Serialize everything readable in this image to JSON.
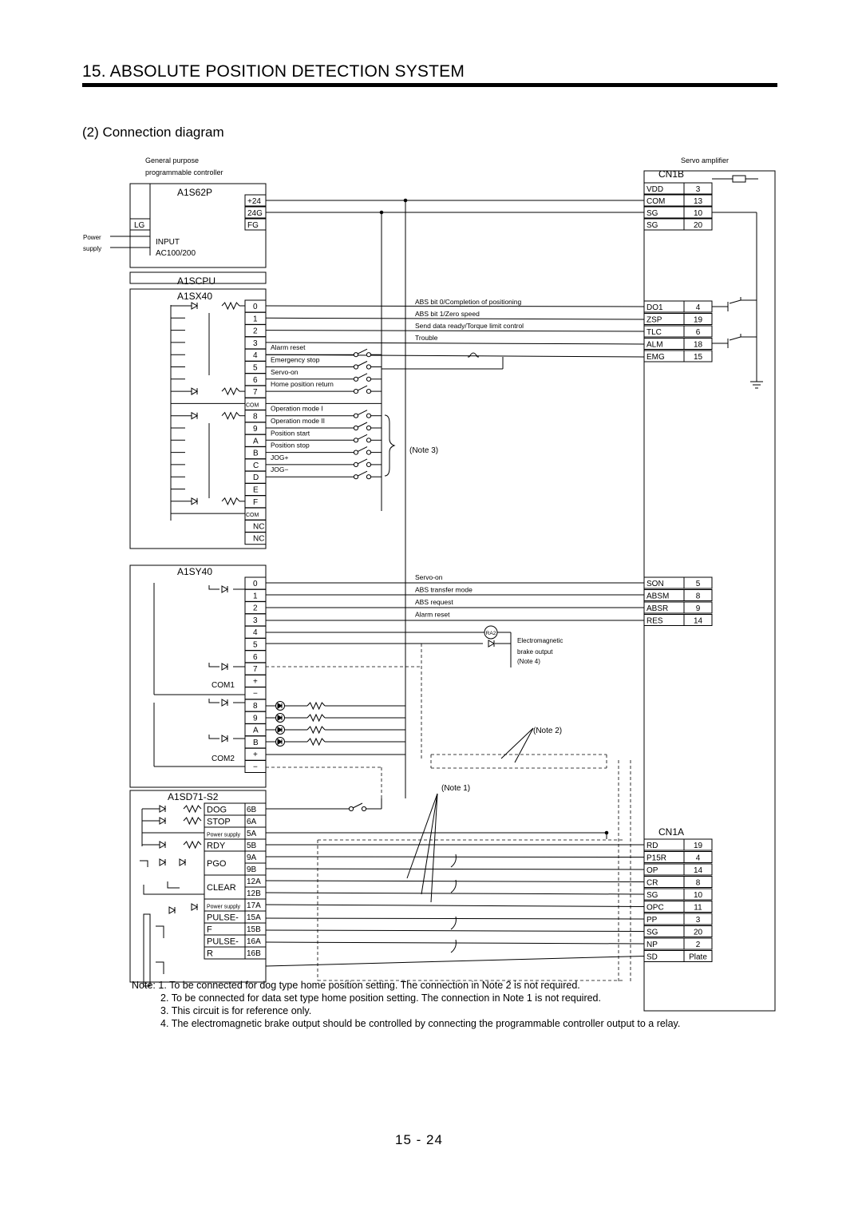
{
  "header": {
    "section_title": "15. ABSOLUTE POSITION DETECTION SYSTEM"
  },
  "subheading": "(2) Connection diagram",
  "diagram": {
    "plc_caption_1": "General purpose",
    "plc_caption_2": "programmable controller",
    "servo_caption": "Servo amplifier",
    "power_module": {
      "name": "A1S62P",
      "terminals": [
        "+24",
        "24G",
        "FG"
      ],
      "lg": "LG",
      "power_label_1": "Power",
      "power_label_2": "supply",
      "input_label": "INPUT",
      "input_voltage": "AC100/200"
    },
    "cpu_name": "A1SCPU",
    "input_module": {
      "name": "A1SX40",
      "terminals": [
        "0",
        "1",
        "2",
        "3",
        "4",
        "5",
        "6",
        "7",
        "COM",
        "8",
        "9",
        "A",
        "B",
        "C",
        "D",
        "E",
        "F",
        "COM",
        "NC",
        "NC"
      ],
      "signal_labels": [
        "Alarm reset",
        "Emergency stop",
        "Servo-on",
        "Home position return",
        "Operation mode I",
        "Operation mode II",
        "Position start",
        "Position stop",
        "JOG+",
        "JOG−"
      ],
      "note3": "(Note 3)"
    },
    "output_module": {
      "name": "A1SY40",
      "terminals": [
        "0",
        "1",
        "2",
        "3",
        "4",
        "5",
        "6",
        "7",
        "+",
        "−",
        "8",
        "9",
        "A",
        "B",
        "+",
        "−"
      ],
      "com1": "COM1",
      "com2": "COM2"
    },
    "positioning_module": {
      "name": "A1SD71-S2",
      "rows": [
        {
          "label": "DOG",
          "pins": [
            "6B"
          ]
        },
        {
          "label": "STOP",
          "pins": [
            "6A"
          ]
        },
        {
          "label": "Power supply",
          "pins": [
            "5A"
          ]
        },
        {
          "label": "RDY",
          "pins": [
            "5B"
          ]
        },
        {
          "label": "PGO",
          "pins": [
            "9A",
            "9B"
          ]
        },
        {
          "label": "CLEAR",
          "pins": [
            "12A",
            "12B"
          ]
        },
        {
          "label": "Power supply",
          "pins": [
            "17A"
          ]
        },
        {
          "label": "PULSE-",
          "pins": [
            "15A"
          ]
        },
        {
          "label": "F",
          "pins": [
            "15B"
          ]
        },
        {
          "label": "PULSE-",
          "pins": [
            "16A"
          ]
        },
        {
          "label": "R",
          "pins": [
            "16B"
          ]
        }
      ]
    },
    "cn1b": {
      "name": "CN1B",
      "power_pins": [
        [
          "VDD",
          "3"
        ],
        [
          "COM",
          "13"
        ],
        [
          "SG",
          "10"
        ],
        [
          "SG",
          "20"
        ]
      ],
      "output_pins": [
        [
          "DO1",
          "4"
        ],
        [
          "ZSP",
          "19"
        ],
        [
          "TLC",
          "6"
        ],
        [
          "ALM",
          "18"
        ],
        [
          "EMG",
          "15"
        ]
      ],
      "input_pins": [
        [
          "SON",
          "5"
        ],
        [
          "ABSM",
          "8"
        ],
        [
          "ABSR",
          "9"
        ],
        [
          "RES",
          "14"
        ]
      ]
    },
    "cn1a": {
      "name": "CN1A",
      "pins": [
        [
          "RD",
          "19"
        ],
        [
          "P15R",
          "4"
        ],
        [
          "OP",
          "14"
        ],
        [
          "CR",
          "8"
        ],
        [
          "SG",
          "10"
        ],
        [
          "OPC",
          "11"
        ],
        [
          "PP",
          "3"
        ],
        [
          "SG",
          "20"
        ],
        [
          "NP",
          "2"
        ],
        [
          "SD",
          "Plate"
        ]
      ]
    },
    "abs_signals": [
      "ABS bit 0/Completion of positioning",
      "ABS bit 1/Zero speed",
      "Send data ready/Torque limit control",
      "Trouble"
    ],
    "y_signals": [
      "Servo-on",
      "ABS transfer mode",
      "ABS request",
      "Alarm reset"
    ],
    "ra2": "RA2",
    "brake_label_1": "Electromagnetic",
    "brake_label_2": "brake output",
    "brake_label_3": "(Note 4)",
    "note2_label": "(Note 2)",
    "note1_label": "(Note 1)"
  },
  "notes": {
    "prefix": "Note:",
    "items": [
      {
        "num": "1.",
        "text": "To be connected for dog type home position setting. The connection in Note 2 is not required."
      },
      {
        "num": "2.",
        "text": "To be connected for data set type home position setting. The connection in Note 1 is not required."
      },
      {
        "num": "3.",
        "text": "This circuit is for reference only."
      },
      {
        "num": "4.",
        "text": "The electromagnetic brake output should be controlled by connecting the programmable controller output to a relay."
      }
    ]
  },
  "page_number": "15 -  24"
}
